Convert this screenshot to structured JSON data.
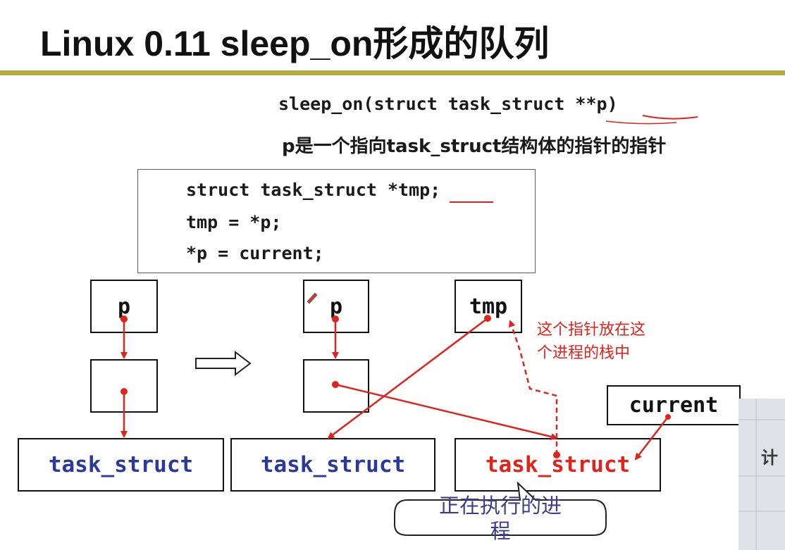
{
  "title": "Linux 0.11 sleep_on形成的队列",
  "signature": "sleep_on(struct task_struct **p)",
  "description": "p是一个指向task_struct结构体的指针的指针",
  "code": {
    "line1": "struct task_struct *tmp;",
    "line2": "tmp = *p;",
    "line3": "*p = current;"
  },
  "before": {
    "p_label": "p",
    "task_label": "task_struct"
  },
  "after": {
    "p_label": "p",
    "tmp_label": "tmp",
    "task_label_old": "task_struct",
    "task_label_current": "task_struct",
    "current_label": "current"
  },
  "note": {
    "line1": "这个指针放在这",
    "line2": "个进程的栈中"
  },
  "callout": {
    "line1": "正在执行的进",
    "line2": "程"
  },
  "corner_fragment": "计",
  "colors": {
    "title_rule": "#b3ac3c",
    "arrow_red": "#e0231c",
    "task_blue": "#2b3a9a",
    "task_red": "#e0231c",
    "code_border": "#5a4fb0"
  }
}
